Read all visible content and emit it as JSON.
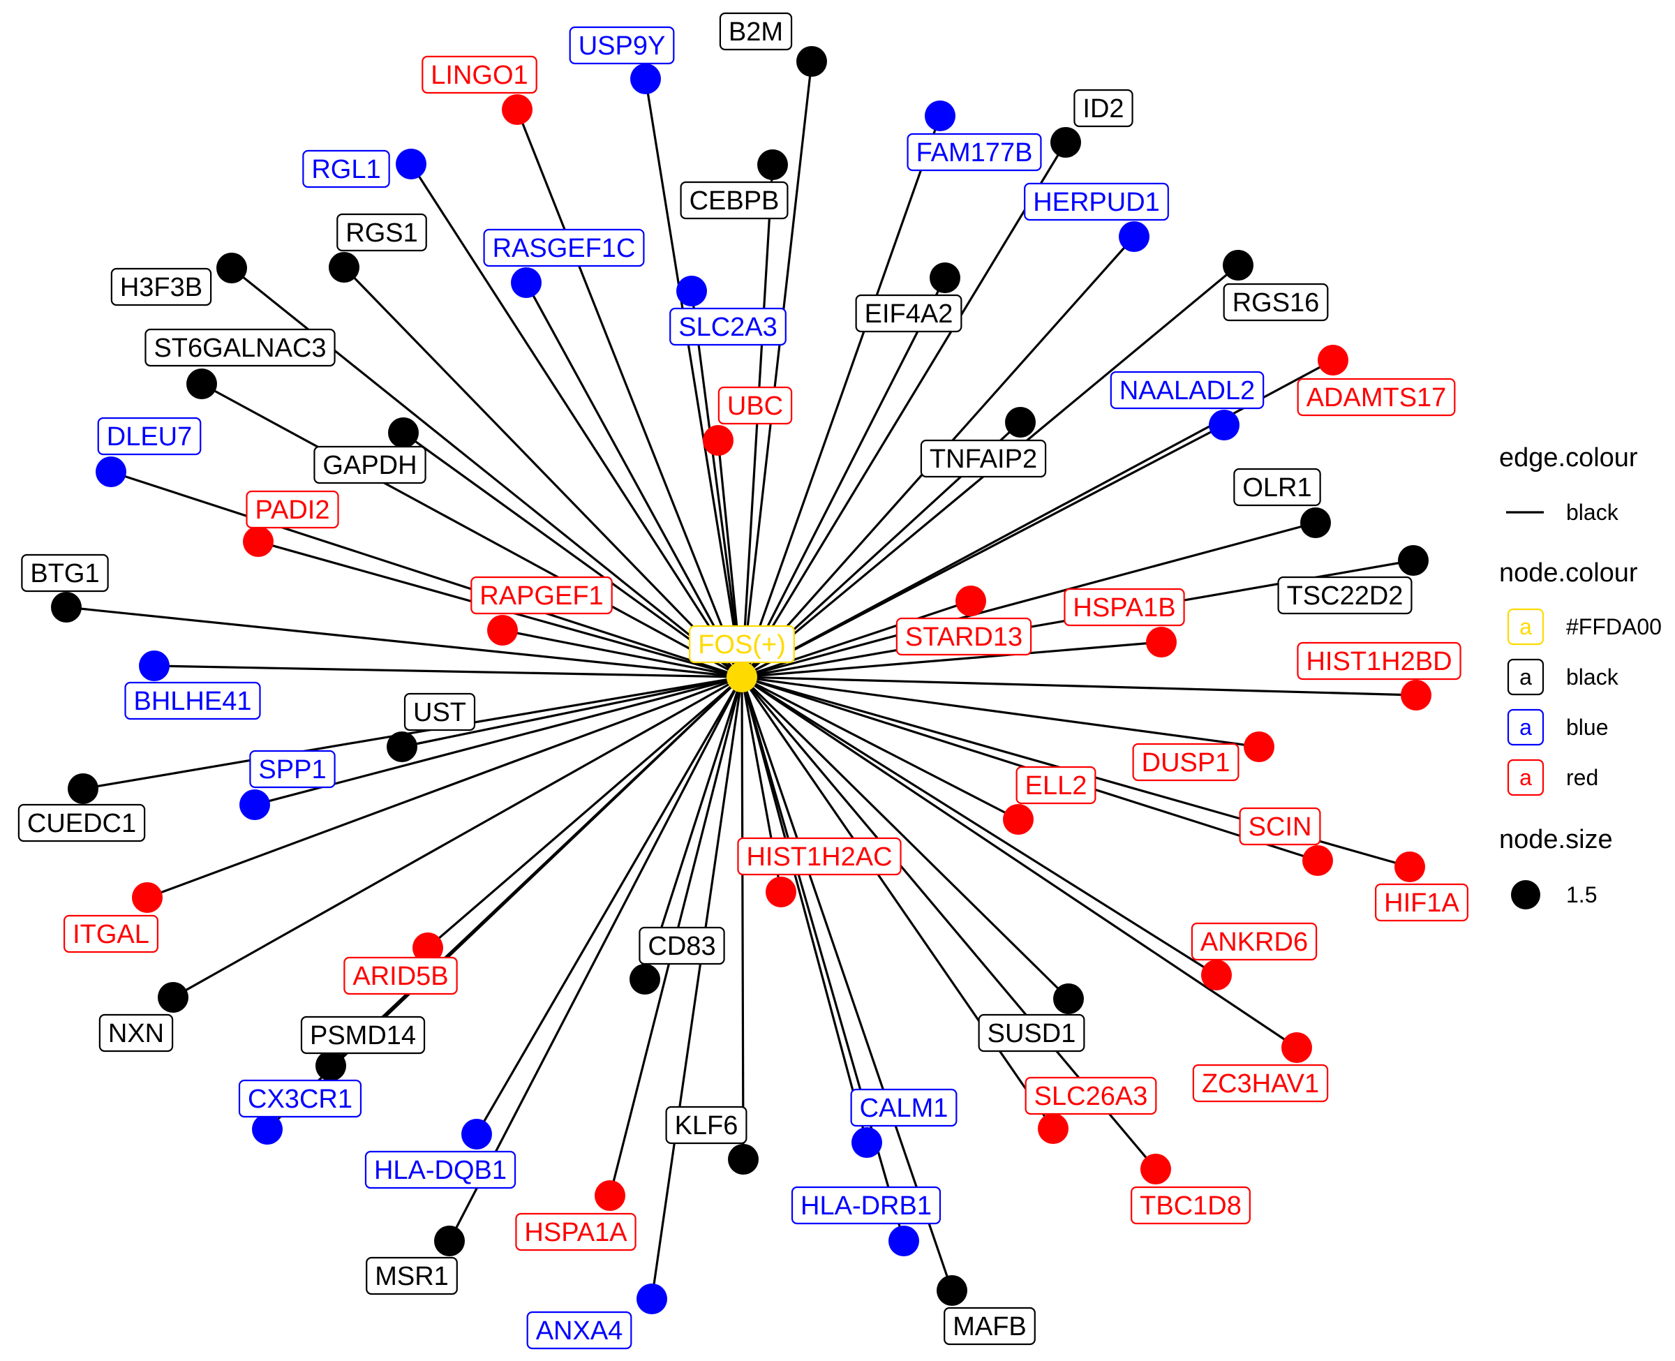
{
  "colors": {
    "edge": "#000000",
    "black": "#000000",
    "blue": "#0000FF",
    "red": "#FF0000",
    "hub": "#FFDA00"
  },
  "hub": {
    "label": "FOS(+)",
    "color": "hub"
  },
  "nodes": [
    {
      "label": "B2M",
      "color": "black"
    },
    {
      "label": "USP9Y",
      "color": "blue"
    },
    {
      "label": "LINGO1",
      "color": "red"
    },
    {
      "label": "ID2",
      "color": "black"
    },
    {
      "label": "FAM177B",
      "color": "blue"
    },
    {
      "label": "RGL1",
      "color": "blue"
    },
    {
      "label": "CEBPB",
      "color": "black"
    },
    {
      "label": "HERPUD1",
      "color": "blue"
    },
    {
      "label": "RGS1",
      "color": "black"
    },
    {
      "label": "RASGEF1C",
      "color": "blue"
    },
    {
      "label": "H3F3B",
      "color": "black"
    },
    {
      "label": "SLC2A3",
      "color": "blue"
    },
    {
      "label": "EIF4A2",
      "color": "black"
    },
    {
      "label": "RGS16",
      "color": "black"
    },
    {
      "label": "ST6GALNAC3",
      "color": "black"
    },
    {
      "label": "ADAMTS17",
      "color": "red"
    },
    {
      "label": "NAALADL2",
      "color": "blue"
    },
    {
      "label": "UBC",
      "color": "red"
    },
    {
      "label": "DLEU7",
      "color": "blue"
    },
    {
      "label": "GAPDH",
      "color": "black"
    },
    {
      "label": "TNFAIP2",
      "color": "black"
    },
    {
      "label": "OLR1",
      "color": "black"
    },
    {
      "label": "PADI2",
      "color": "red"
    },
    {
      "label": "BTG1",
      "color": "black"
    },
    {
      "label": "TSC22D2",
      "color": "black"
    },
    {
      "label": "RAPGEF1",
      "color": "red"
    },
    {
      "label": "STARD13",
      "color": "red"
    },
    {
      "label": "HSPA1B",
      "color": "red"
    },
    {
      "label": "HIST1H2BD",
      "color": "red"
    },
    {
      "label": "BHLHE41",
      "color": "blue"
    },
    {
      "label": "UST",
      "color": "black"
    },
    {
      "label": "DUSP1",
      "color": "red"
    },
    {
      "label": "SPP1",
      "color": "blue"
    },
    {
      "label": "ELL2",
      "color": "red"
    },
    {
      "label": "CUEDC1",
      "color": "black"
    },
    {
      "label": "SCIN",
      "color": "red"
    },
    {
      "label": "HIST1H2AC",
      "color": "red"
    },
    {
      "label": "HIF1A",
      "color": "red"
    },
    {
      "label": "ITGAL",
      "color": "red"
    },
    {
      "label": "ANKRD6",
      "color": "red"
    },
    {
      "label": "CD83",
      "color": "black"
    },
    {
      "label": "ARID5B",
      "color": "red"
    },
    {
      "label": "NXN",
      "color": "black"
    },
    {
      "label": "SUSD1",
      "color": "black"
    },
    {
      "label": "PSMD14",
      "color": "black"
    },
    {
      "label": "ZC3HAV1",
      "color": "red"
    },
    {
      "label": "SLC26A3",
      "color": "red"
    },
    {
      "label": "CX3CR1",
      "color": "blue"
    },
    {
      "label": "CALM1",
      "color": "blue"
    },
    {
      "label": "KLF6",
      "color": "black"
    },
    {
      "label": "HLA-DQB1",
      "color": "blue"
    },
    {
      "label": "TBC1D8",
      "color": "red"
    },
    {
      "label": "HLA-DRB1",
      "color": "blue"
    },
    {
      "label": "HSPA1A",
      "color": "red"
    },
    {
      "label": "MSR1",
      "color": "black"
    },
    {
      "label": "ANXA4",
      "color": "blue"
    },
    {
      "label": "MAFB",
      "color": "black"
    }
  ],
  "legend": {
    "edge_title": "edge.colour",
    "edge_items": [
      {
        "label": "black",
        "color": "black"
      }
    ],
    "node_title": "node.colour",
    "node_key_glyph": "a",
    "node_items": [
      {
        "label": "#FFDA00",
        "color": "hub"
      },
      {
        "label": "black",
        "color": "black"
      },
      {
        "label": "blue",
        "color": "blue"
      },
      {
        "label": "red",
        "color": "red"
      }
    ],
    "size_title": "node.size",
    "size_items": [
      {
        "label": "1.5",
        "color": "black"
      }
    ]
  }
}
